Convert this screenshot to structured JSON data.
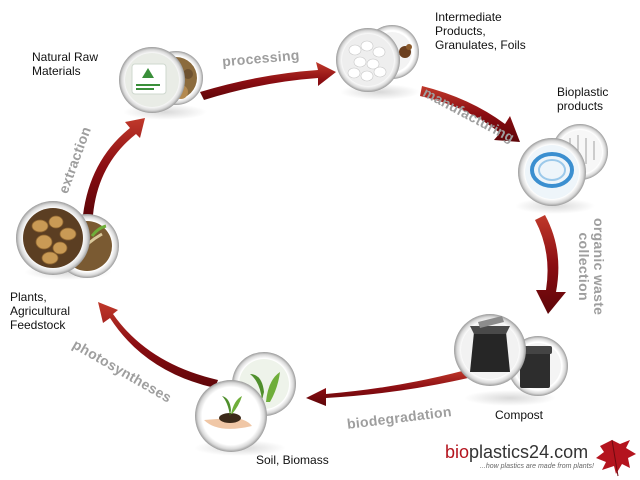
{
  "nodes": {
    "natural_raw_materials": "Natural Raw\nMaterials",
    "intermediate_products": "Intermediate\nProducts,\nGranulates, Foils",
    "bioplastic_products": "Bioplastic\nproducts",
    "compost": "Compost",
    "soil_biomass": "Soil, Biomass",
    "plants_feedstock": "Plants,\nAgricultural\nFeedstock"
  },
  "stages": {
    "processing": "processing",
    "manufacturing": "manufacturing",
    "organic_waste_collection": "organic waste\ncollection",
    "biodegradation": "biodegradation",
    "photosyntheses": "photosyntheses",
    "extraction": "extraction"
  },
  "brand": {
    "name_part1": "bio",
    "name_part2": "plastics24.com",
    "tagline": "...how plastics are made from plants!"
  },
  "colors": {
    "arrow": "#8b0d12",
    "arrow_highlight": "#c0392b",
    "stage_label": "#9e9e9e",
    "brand_red": "#b4141e"
  }
}
